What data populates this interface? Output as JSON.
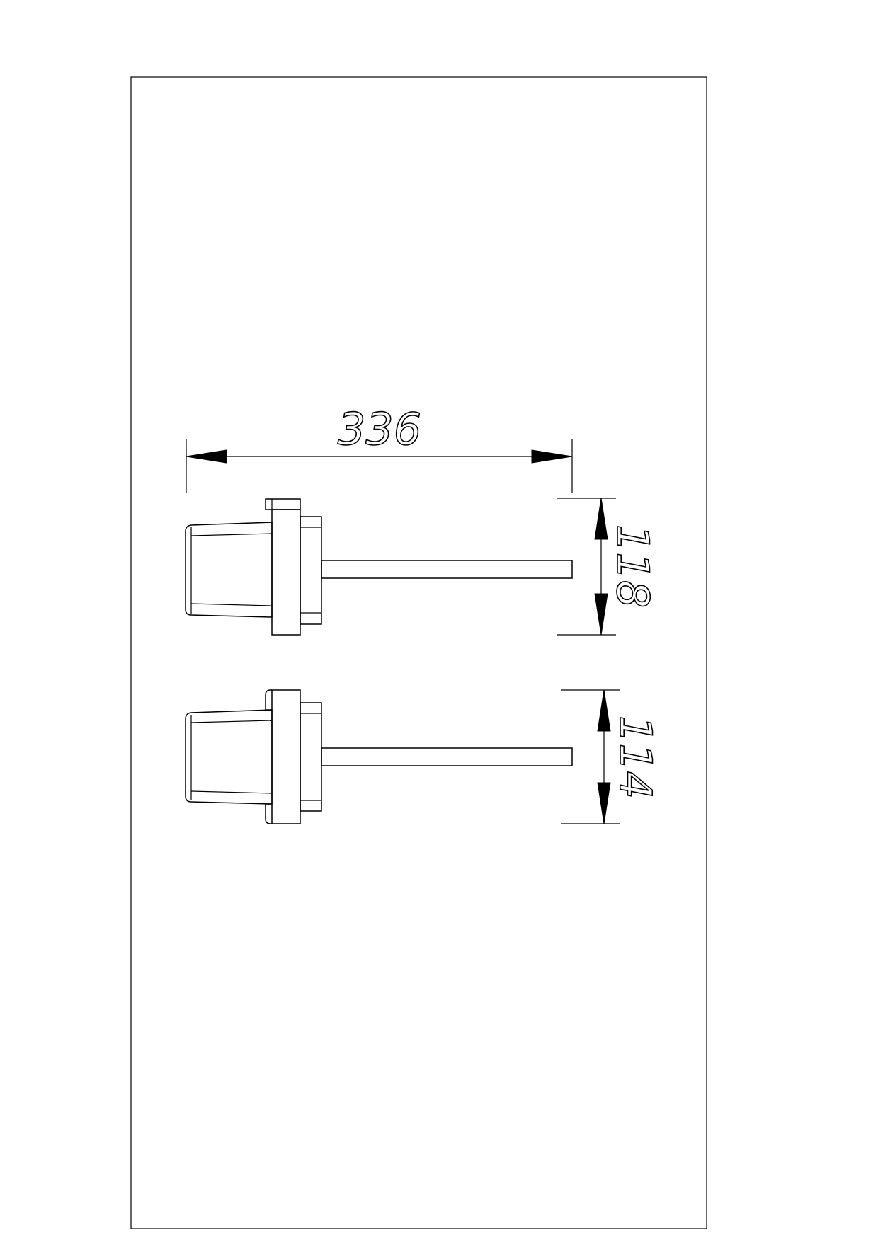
{
  "drawing": {
    "dimensions": {
      "overall_length": "336",
      "upper_height": "118",
      "lower_height": "114"
    }
  }
}
